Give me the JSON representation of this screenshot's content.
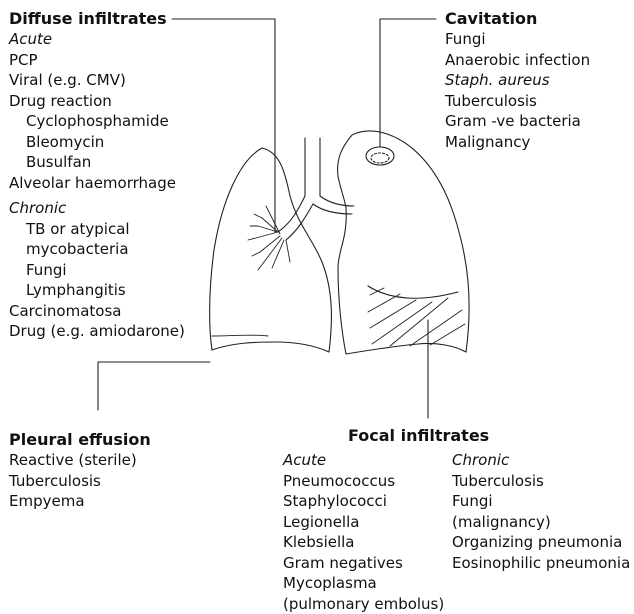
{
  "diffuse": {
    "heading": "Diffuse infiltrates",
    "items": [
      {
        "text": "Acute",
        "italic": true,
        "indent": false,
        "gap": false
      },
      {
        "text": "PCP",
        "italic": false,
        "indent": false,
        "gap": false
      },
      {
        "text": "Viral (e.g. CMV)",
        "italic": false,
        "indent": false,
        "gap": false
      },
      {
        "text": "Drug reaction",
        "italic": false,
        "indent": false,
        "gap": false
      },
      {
        "text": "Cyclophosphamide",
        "italic": false,
        "indent": true,
        "gap": false
      },
      {
        "text": "Bleomycin",
        "italic": false,
        "indent": true,
        "gap": false
      },
      {
        "text": "Busulfan",
        "italic": false,
        "indent": true,
        "gap": false
      },
      {
        "text": "Alveolar haemorrhage",
        "italic": false,
        "indent": false,
        "gap": false
      },
      {
        "text": "Chronic",
        "italic": true,
        "indent": false,
        "gap": true
      },
      {
        "text": "TB or atypical",
        "italic": false,
        "indent": true,
        "gap": false
      },
      {
        "text": "mycobacteria",
        "italic": false,
        "indent": true,
        "gap": false
      },
      {
        "text": "Fungi",
        "italic": false,
        "indent": true,
        "gap": false
      },
      {
        "text": "Lymphangitis",
        "italic": false,
        "indent": true,
        "gap": false
      },
      {
        "text": "Carcinomatosa",
        "italic": false,
        "indent": false,
        "gap": false
      },
      {
        "text": "Drug (e.g. amiodarone)",
        "italic": false,
        "indent": false,
        "gap": false
      }
    ]
  },
  "cavitation": {
    "heading": "Cavitation",
    "items": [
      {
        "text": "Fungi",
        "italic": false
      },
      {
        "text": "Anaerobic infection",
        "italic": false
      },
      {
        "text": "Staph. aureus",
        "italic": true
      },
      {
        "text": "Tuberculosis",
        "italic": false
      },
      {
        "text": "Gram -ve bacteria",
        "italic": false
      },
      {
        "text": "Malignancy",
        "italic": false
      }
    ]
  },
  "pleural": {
    "heading": "Pleural effusion",
    "items": [
      {
        "text": "Reactive (sterile)",
        "italic": false
      },
      {
        "text": "Tuberculosis",
        "italic": false
      },
      {
        "text": "Empyema",
        "italic": false
      }
    ]
  },
  "focal": {
    "heading": "Focal infiltrates",
    "acute": {
      "label": "Acute",
      "items": [
        "Pneumococcus",
        "Staphylococci",
        "Legionella",
        "Klebsiella",
        "Gram negatives",
        "Mycoplasma",
        "(pulmonary embolus)"
      ]
    },
    "chronic": {
      "label": "Chronic",
      "items": [
        "Tuberculosis",
        "Fungi",
        "(malignancy)",
        "Organizing pneumonia",
        "Eosinophilic pneumonia"
      ]
    }
  },
  "colors": {
    "ink": "#111111",
    "background": "#ffffff"
  }
}
